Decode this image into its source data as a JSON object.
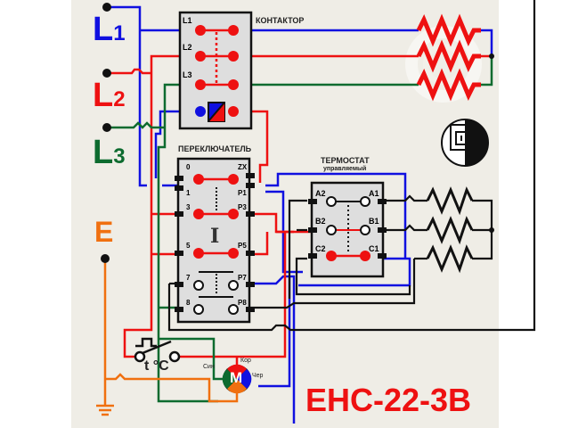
{
  "title": "ЕНС-22-3В",
  "colors": {
    "phase_l1": "#1010e0",
    "phase_l2": "#ee1111",
    "phase_l3": "#0d6b2f",
    "earth": "#f07010",
    "wire_black": "#111111",
    "contact_red": "#ee1111",
    "background": "#efede6",
    "block_fill": "#dedede"
  },
  "lines": {
    "l1": {
      "letter": "L",
      "index": "1"
    },
    "l2": {
      "letter": "L",
      "index": "2"
    },
    "l3": {
      "letter": "L",
      "index": "3"
    },
    "earth": "E"
  },
  "contactor": {
    "title": "КОНТАКТОР",
    "terminals": [
      "L1",
      "L2",
      "L3"
    ]
  },
  "switch": {
    "title": "ПЕРЕКЛЮЧАТЕЛЬ",
    "left_labels": [
      "0",
      "1",
      "3",
      "5",
      "7",
      "8"
    ],
    "right_labels": [
      "ZX",
      "P1",
      "P3",
      "P5",
      "P7",
      "P8"
    ],
    "position_mark": "I"
  },
  "thermostat": {
    "title": "ТЕРМОСТАТ",
    "subtitle": "управляемый",
    "left_labels": [
      "A2",
      "B2",
      "C2"
    ],
    "right_labels": [
      "A1",
      "B1",
      "C1"
    ]
  },
  "thermal_switch": {
    "label": "t °C"
  },
  "motor": {
    "symbol": "M",
    "wires": {
      "red": "Кор",
      "green": "Син",
      "blue": "Чер"
    }
  }
}
